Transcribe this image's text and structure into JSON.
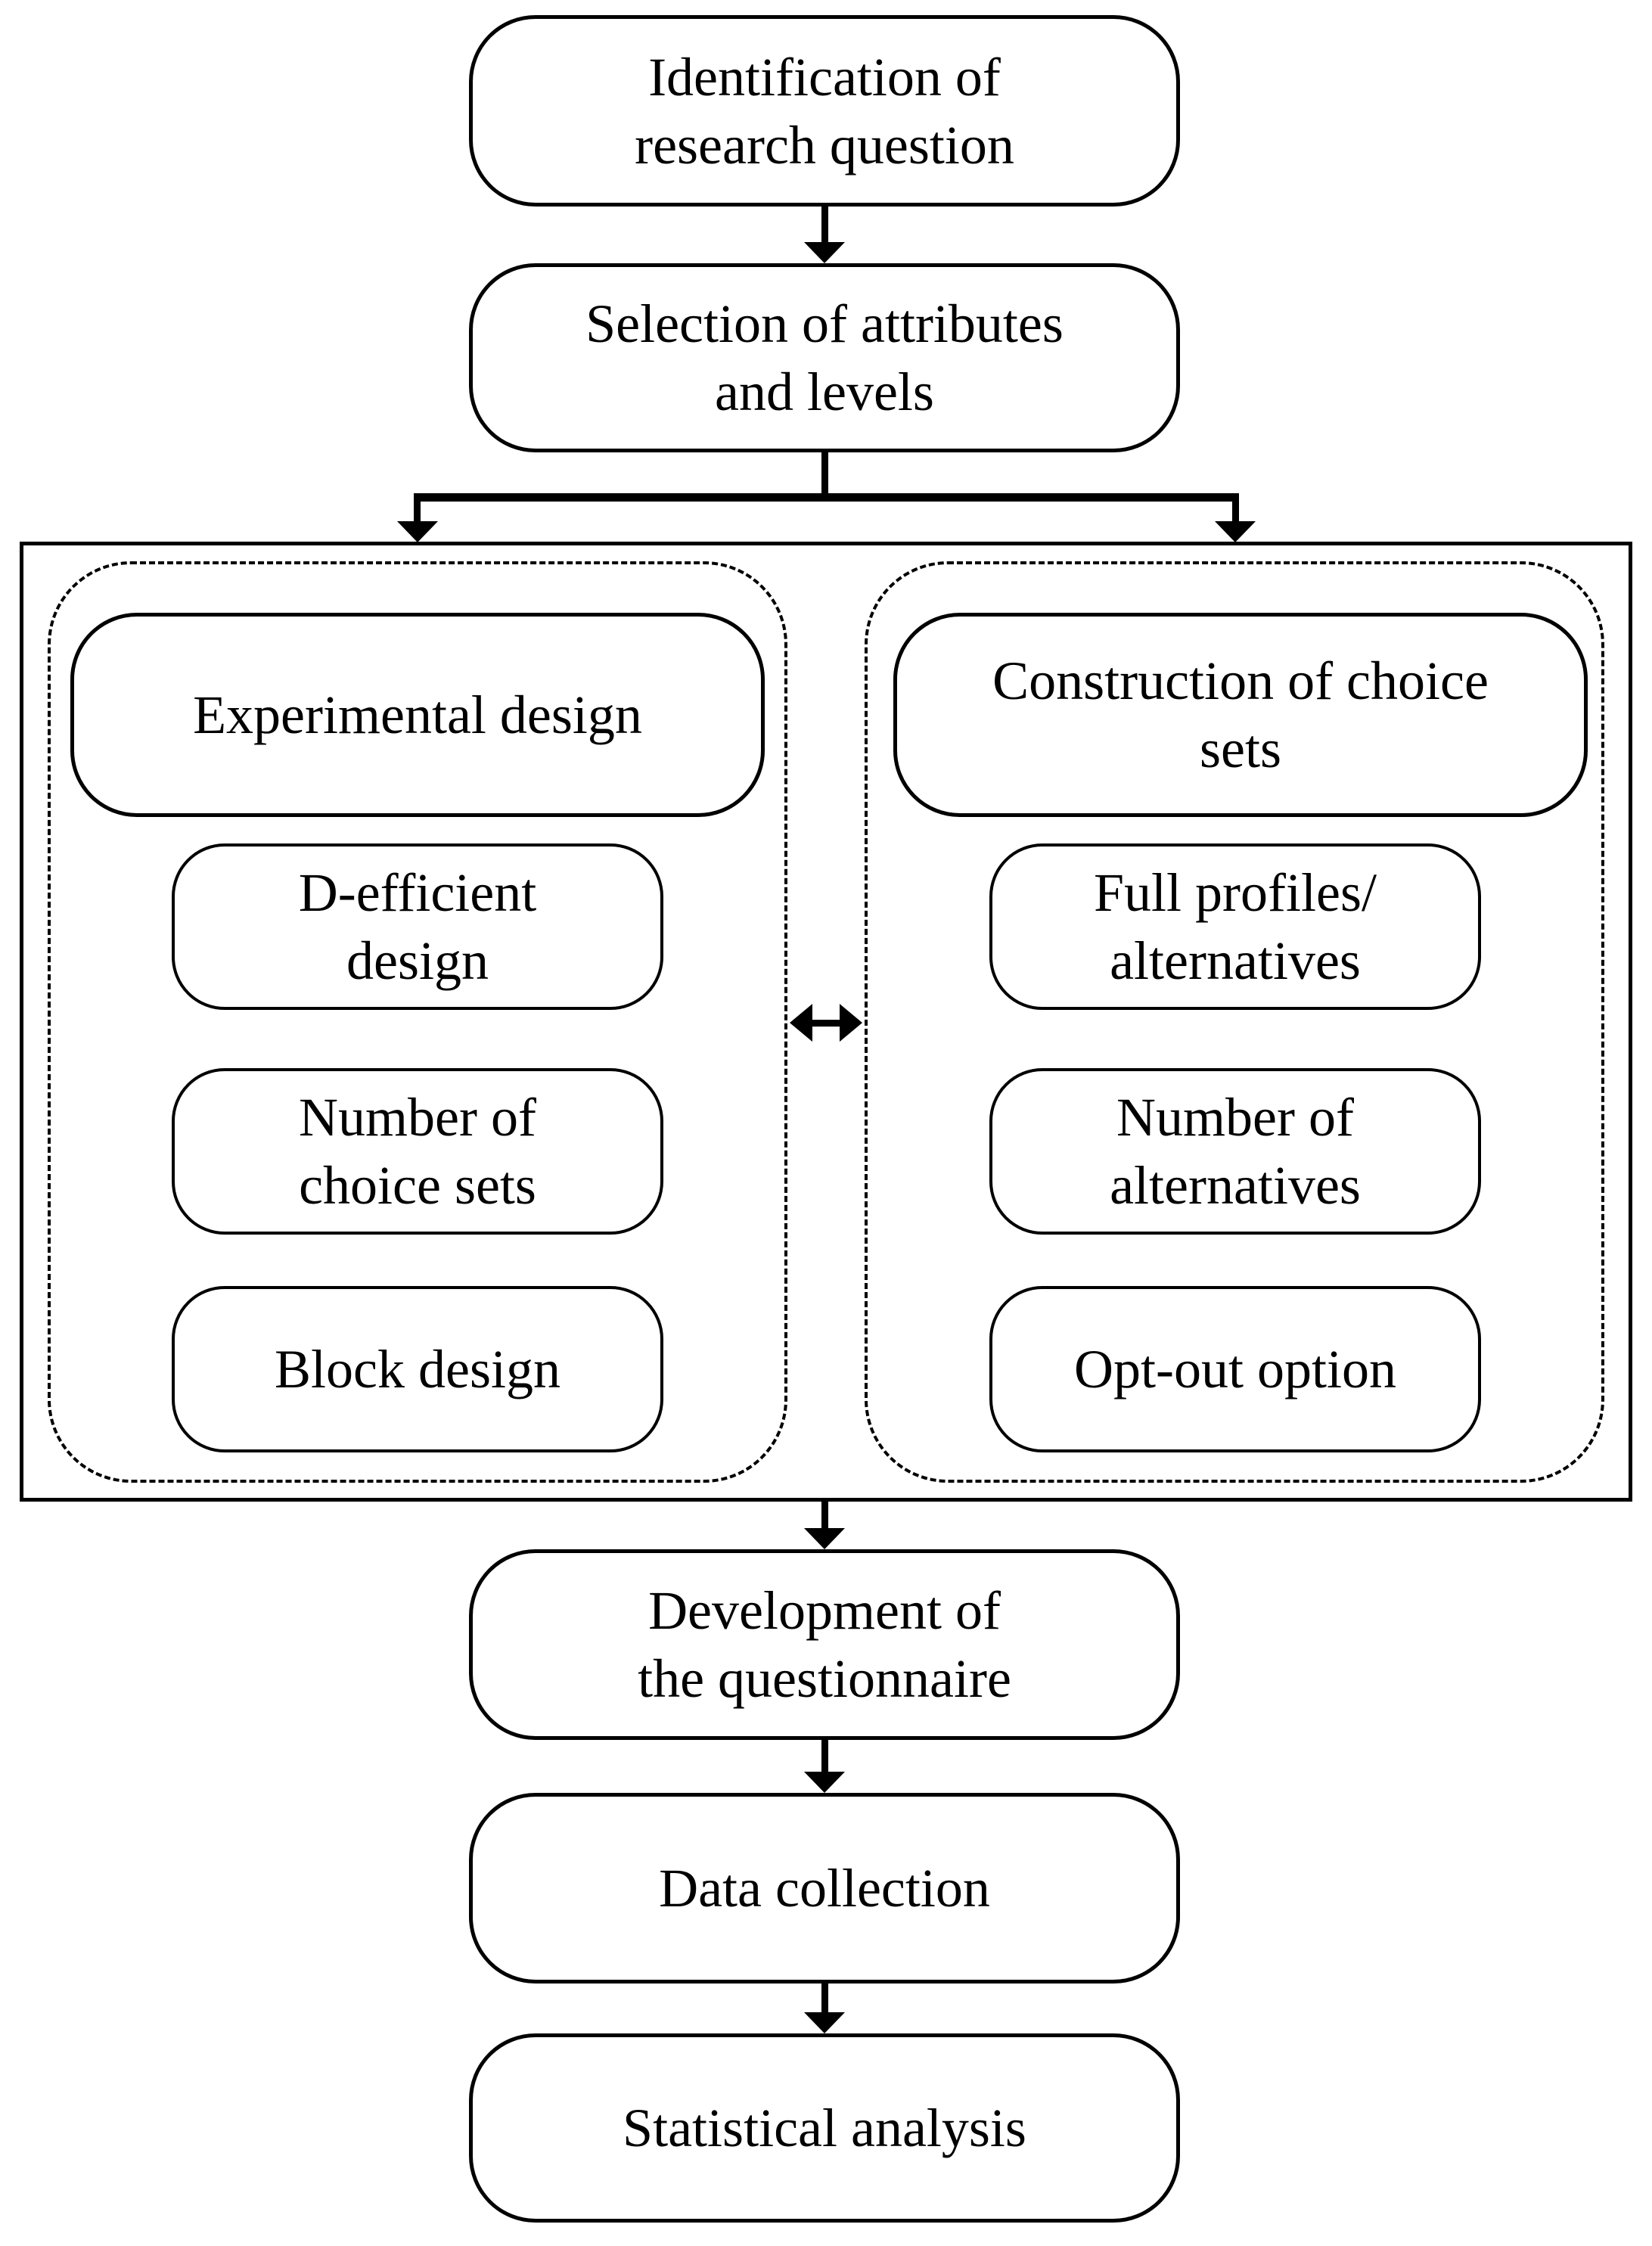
{
  "colors": {
    "stroke": "#000000",
    "background": "#ffffff"
  },
  "nodes": {
    "identification": {
      "lines": [
        "Identification of",
        "research question"
      ]
    },
    "selection": {
      "lines": [
        "Selection of attributes",
        "and levels"
      ]
    },
    "experimental_design": {
      "lines": [
        "Experimental design"
      ]
    },
    "construction_sets": {
      "lines": [
        "Construction of choice",
        "sets"
      ]
    },
    "d_efficient": {
      "lines": [
        "D-efficient",
        "design"
      ]
    },
    "number_choice_sets": {
      "lines": [
        "Number of",
        "choice sets"
      ]
    },
    "block_design": {
      "lines": [
        "Block design"
      ]
    },
    "full_profiles": {
      "lines": [
        "Full profiles/",
        "alternatives"
      ]
    },
    "number_alternatives": {
      "lines": [
        "Number of",
        "alternatives"
      ]
    },
    "opt_out": {
      "lines": [
        "Opt-out option"
      ]
    },
    "development": {
      "lines": [
        "Development of",
        "the questionnaire"
      ]
    },
    "data_collection": {
      "lines": [
        "Data collection"
      ]
    },
    "statistical_analysis": {
      "lines": [
        "Statistical analysis"
      ]
    }
  }
}
